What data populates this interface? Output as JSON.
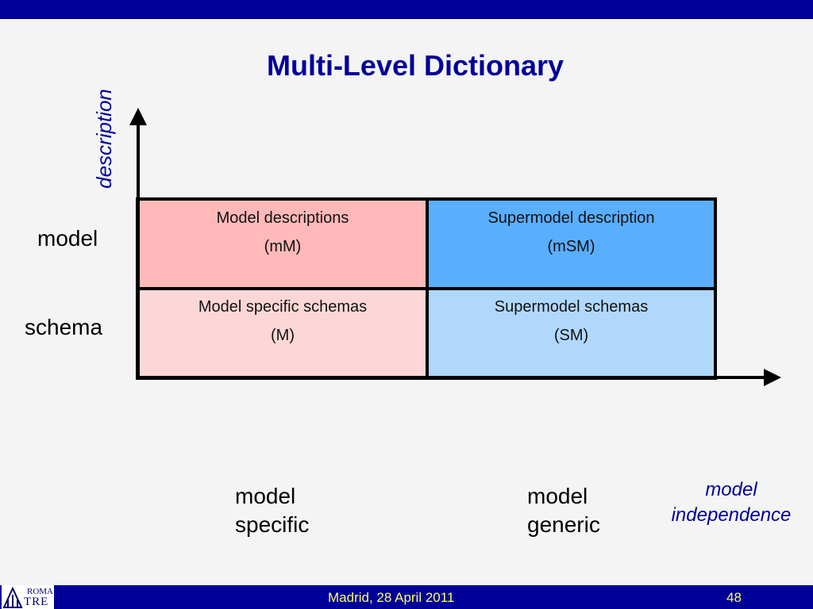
{
  "slide": {
    "title": "Multi-Level Dictionary",
    "y_axis_label": "description",
    "x_axis_label": [
      "model",
      "independence"
    ]
  },
  "rows": {
    "model": "model",
    "schema": "schema"
  },
  "columns": {
    "specific": [
      "model",
      "specific"
    ],
    "generic": [
      "model",
      "generic"
    ]
  },
  "cells": {
    "mM": {
      "line1": "Model descriptions",
      "line2": "(mM)",
      "color": "#ffb9b9"
    },
    "mSM": {
      "line1": "Supermodel description",
      "line2": "(mSM)",
      "color": "#5aaefe"
    },
    "M": {
      "line1": "Model specific schemas",
      "line2": "(M)",
      "color": "#fdd7d7"
    },
    "SM": {
      "line1": "Supermodel schemas",
      "line2": "(SM)",
      "color": "#b0d8fd"
    }
  },
  "footer": {
    "logo_top": "ROMA",
    "logo_bottom": "TRE",
    "date": "Madrid, 28 April 2011",
    "page": "48"
  },
  "colors": {
    "brand_blue": "#000099",
    "footer_text": "#ffff66"
  }
}
